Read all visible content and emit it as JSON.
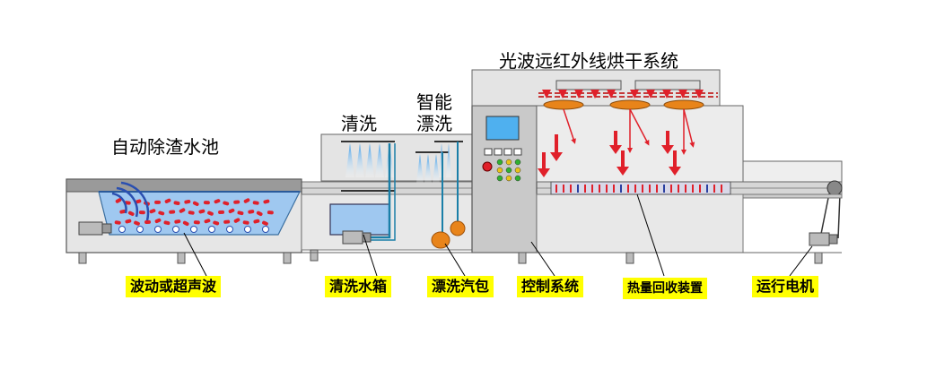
{
  "titles": {
    "slag_pool": "自动除渣水池",
    "wash": "清洗",
    "rinse_line1": "智能",
    "rinse_line2": "漂洗",
    "drying": "光波远红外线烘干系统"
  },
  "callouts": {
    "ultrasonic": "波动或超声波",
    "wash_tank": "清洗水箱",
    "rinse_steam": "漂洗汽包",
    "control": "控制系统",
    "heat_recovery": "热量回收装置",
    "motor": "运行电机"
  },
  "colors": {
    "panel": "#e2e2e2",
    "panel_dark": "#c8c8c8",
    "water": "#9fc8f0",
    "red": "#e0202a",
    "screen": "#4fb0ef",
    "pipe": "#1a7fa8",
    "steam": "#e8841a",
    "highlight": "#ffff00"
  }
}
